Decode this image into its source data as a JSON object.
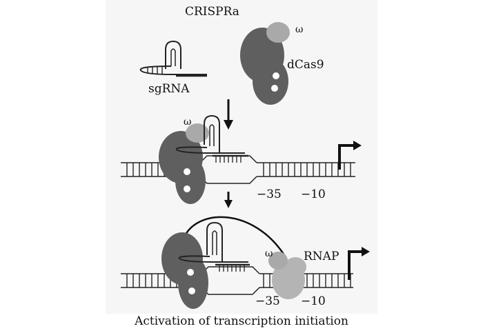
{
  "title": "CRISPRa",
  "labels": {
    "omega": "ω",
    "dcas9": "dCas9",
    "sgrna": "sgRNA",
    "minus35": "−35",
    "minus10": "−10",
    "rnap": "RNAP"
  },
  "caption": "Activation of transcription initiation",
  "colors": {
    "dcas9": "#5f5f5f",
    "omega": "#a9a9a9",
    "rnap": "#b4b4b4",
    "panel": "#f6f6f6",
    "line": "#111111"
  }
}
